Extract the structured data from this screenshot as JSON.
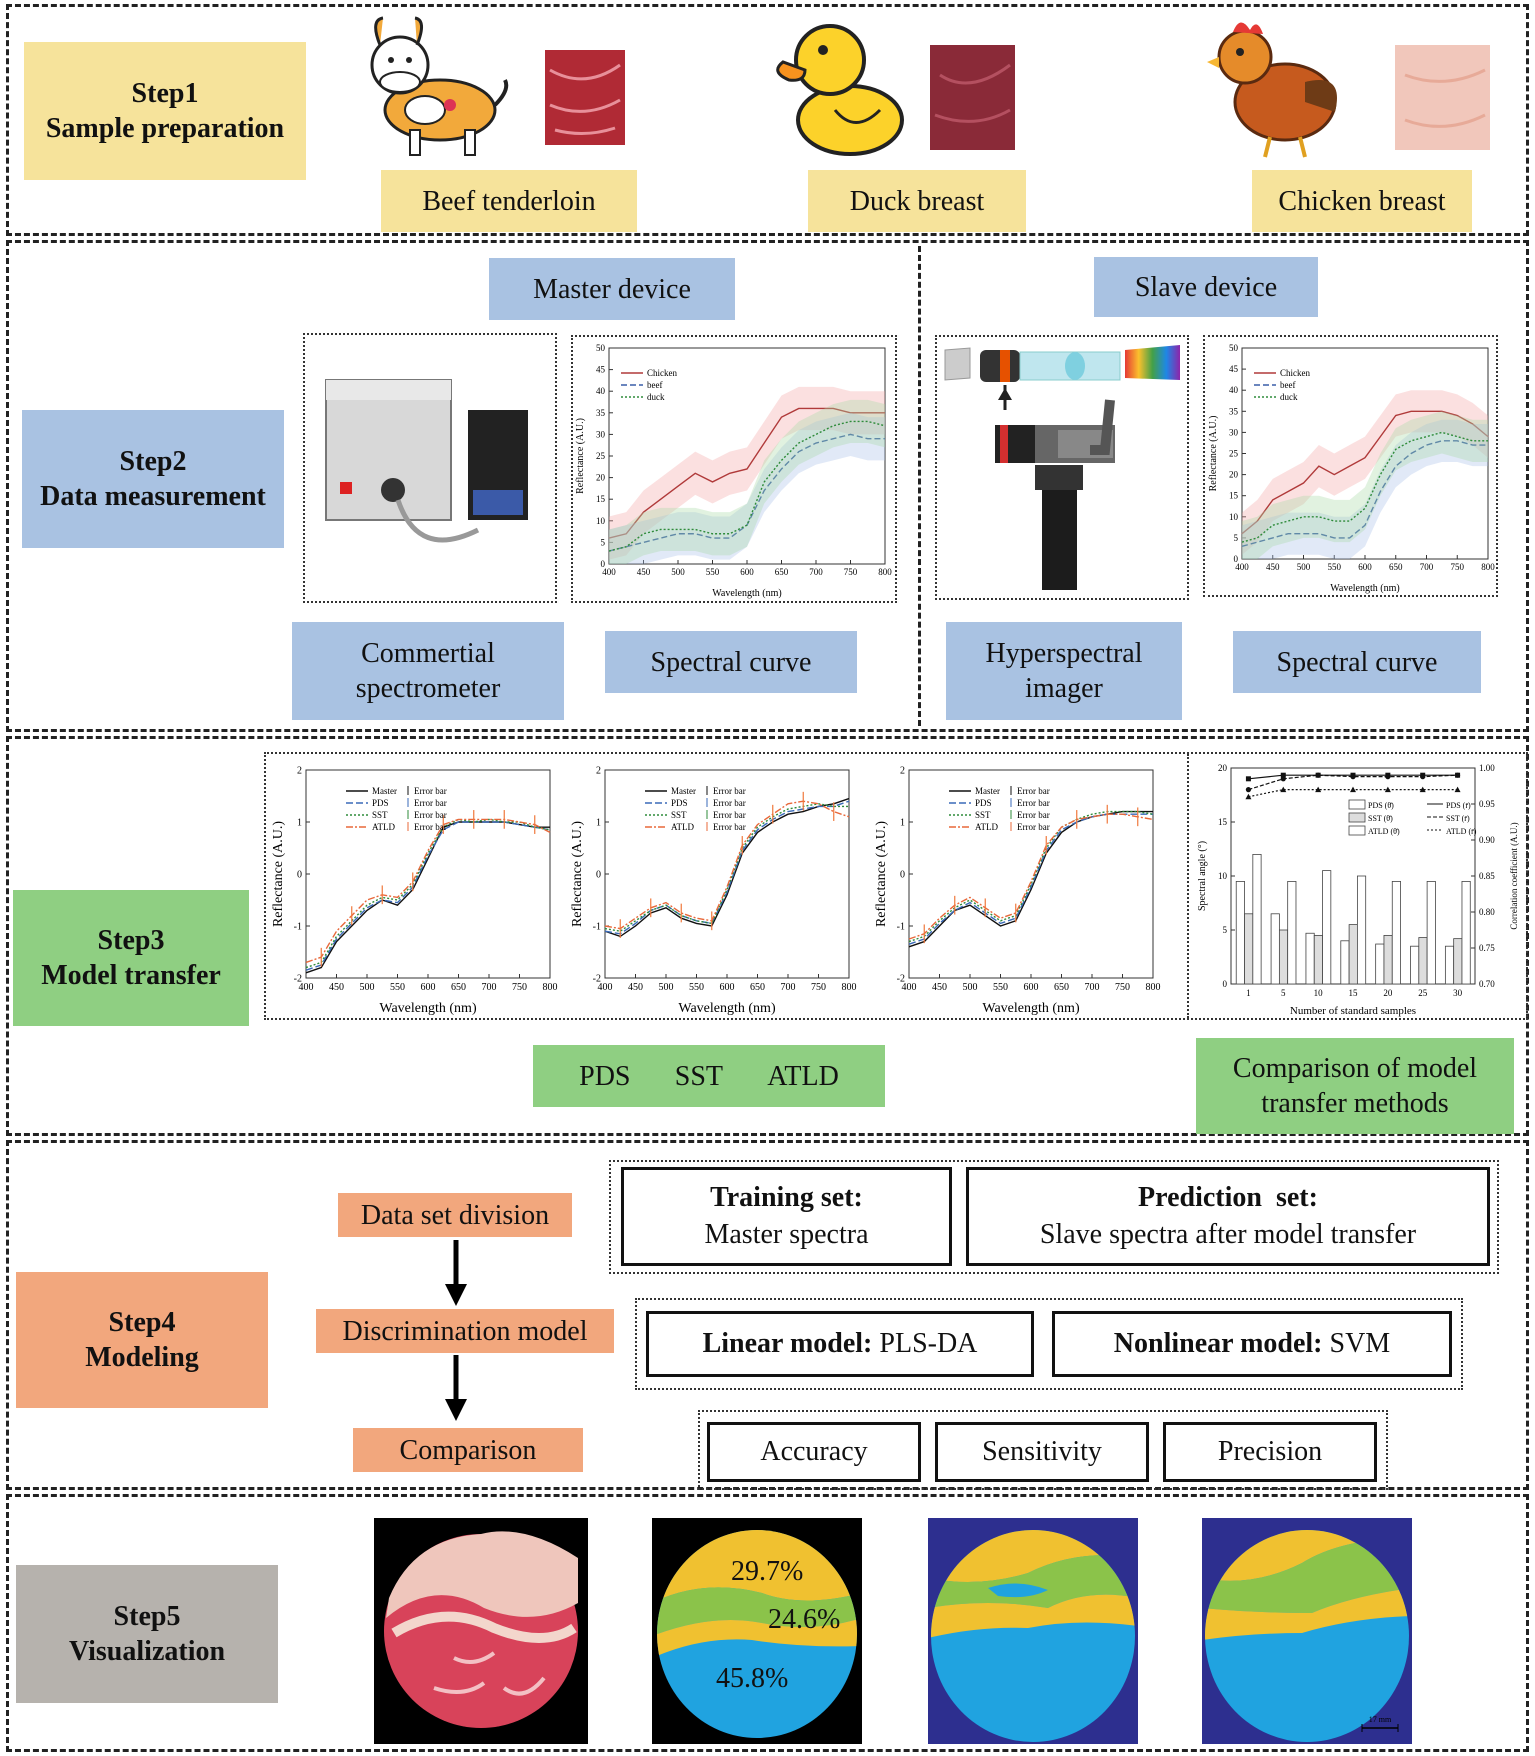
{
  "step1": {
    "title": "Step1",
    "subtitle": "Sample preparation",
    "samples": [
      "Beef tenderloin",
      "Duck breast",
      "Chicken breast"
    ]
  },
  "step2": {
    "title": "Step2",
    "subtitle": "Data measurement",
    "master_label": "Master device",
    "slave_label": "Slave device",
    "commercial_line1": "Commertial",
    "commercial_line2": "spectrometer",
    "spectral_curve_left": "Spectral curve",
    "hyper_line1": "Hyperspectral",
    "hyper_line2": "imager",
    "spectral_curve_right": "Spectral curve"
  },
  "step3": {
    "title": "Step3",
    "subtitle": "Model transfer",
    "methods": [
      "PDS",
      "SST",
      "ATLD"
    ],
    "comparison_line1": "Comparison of model",
    "comparison_line2": "transfer methods"
  },
  "step4": {
    "title": "Step4",
    "subtitle": "Modeling",
    "flow": [
      "Data set division",
      "Discrimination model",
      "Comparison"
    ],
    "training_title": "Training set:",
    "training_value": "Master spectra",
    "prediction_title": "Prediction  set:",
    "prediction_value": "Slave spectra after model transfer",
    "linear_title": "Linear model:",
    "linear_value": " PLS-DA",
    "nonlinear_title": "Nonlinear model:",
    "nonlinear_value": " SVM",
    "metrics": [
      "Accuracy",
      "Sensitivity",
      "Precision"
    ]
  },
  "step5": {
    "title": "Step5",
    "subtitle": "Visualization",
    "percentages": [
      "29.7%",
      "24.6%",
      "45.8%"
    ],
    "scale_label": "17 mm"
  },
  "colors": {
    "yellow": "#f6e39b",
    "blue": "#a9c2e2",
    "green": "#8fcf82",
    "orange": "#f2a77d",
    "gray": "#b6b2ad",
    "map_yellow": "#f0c130",
    "map_green": "#8bc34a",
    "map_blue": "#20a3e0",
    "map_navy": "#2d2f8f"
  },
  "chart_data": [
    {
      "type": "line",
      "xlabel": "Wavelength (nm)",
      "ylabel": "Reflectance (A.U.)",
      "xlim": [
        400,
        800
      ],
      "ylim": [
        0,
        50
      ],
      "x_ticks": [
        400,
        450,
        500,
        550,
        600,
        650,
        700,
        750,
        800
      ],
      "y_ticks": [
        0,
        5,
        10,
        15,
        20,
        25,
        30,
        35,
        40,
        45,
        50
      ],
      "x": [
        400,
        425,
        450,
        475,
        500,
        525,
        550,
        575,
        600,
        625,
        650,
        675,
        700,
        725,
        750,
        775,
        800
      ],
      "series": [
        {
          "name": "Chicken",
          "values": [
            6,
            7,
            12,
            15,
            18,
            21,
            19,
            21,
            22,
            28,
            34,
            36,
            36,
            36,
            35,
            35,
            35
          ]
        },
        {
          "name": "beef",
          "values": [
            3,
            4,
            5,
            6,
            7,
            7,
            6,
            6,
            9,
            17,
            22,
            26,
            28,
            29,
            30,
            29,
            29
          ]
        },
        {
          "name": "duck",
          "values": [
            3,
            4,
            7,
            8,
            8,
            8,
            7,
            7,
            9,
            19,
            24,
            28,
            30,
            32,
            33,
            33,
            32
          ]
        }
      ]
    },
    {
      "type": "line",
      "xlabel": "Wavelength (nm)",
      "ylabel": "Reflectance (A.U.)",
      "xlim": [
        400,
        800
      ],
      "ylim": [
        0,
        50
      ],
      "x_ticks": [
        400,
        450,
        500,
        550,
        600,
        650,
        700,
        750,
        800
      ],
      "y_ticks": [
        0,
        5,
        10,
        15,
        20,
        25,
        30,
        35,
        40,
        45,
        50
      ],
      "x": [
        400,
        425,
        450,
        475,
        500,
        525,
        550,
        575,
        600,
        625,
        650,
        675,
        700,
        725,
        750,
        775,
        800
      ],
      "series": [
        {
          "name": "Chicken",
          "values": [
            6,
            9,
            14,
            16,
            18,
            22,
            20,
            22,
            24,
            29,
            34,
            35,
            35,
            35,
            34,
            32,
            29
          ]
        },
        {
          "name": "beef",
          "values": [
            3,
            4,
            5,
            6,
            6,
            6,
            5,
            5,
            8,
            16,
            22,
            25,
            27,
            28,
            28,
            27,
            27
          ]
        },
        {
          "name": "duck",
          "values": [
            4,
            5,
            8,
            9,
            10,
            10,
            9,
            9,
            12,
            20,
            26,
            28,
            29,
            30,
            29,
            28,
            28
          ]
        }
      ]
    },
    {
      "type": "line",
      "xlabel": "Wavelength (nm)",
      "ylabel": "Reflectance (A.U.)",
      "xlim": [
        400,
        800
      ],
      "ylim": [
        -2,
        2
      ],
      "x_ticks": [
        400,
        450,
        500,
        550,
        600,
        650,
        700,
        750,
        800
      ],
      "y_ticks": [
        -2,
        -1,
        0,
        1,
        2
      ],
      "x": [
        400,
        425,
        450,
        475,
        500,
        525,
        550,
        575,
        600,
        625,
        650,
        675,
        700,
        725,
        750,
        775,
        800
      ],
      "legend": [
        "Master",
        "PDS",
        "SST",
        "ATLD",
        "Error bar"
      ],
      "series": [
        {
          "name": "Master",
          "values": [
            -1.9,
            -1.8,
            -1.3,
            -1.0,
            -0.7,
            -0.5,
            -0.6,
            -0.3,
            0.3,
            0.9,
            1.0,
            1.0,
            1.0,
            1.0,
            0.95,
            0.9,
            0.9
          ]
        },
        {
          "name": "PDS",
          "values": [
            -1.85,
            -1.75,
            -1.25,
            -0.95,
            -0.65,
            -0.5,
            -0.55,
            -0.25,
            0.35,
            0.85,
            1.0,
            1.0,
            1.0,
            1.0,
            0.95,
            0.9,
            0.85
          ]
        },
        {
          "name": "SST",
          "values": [
            -1.8,
            -1.7,
            -1.2,
            -0.9,
            -0.6,
            -0.45,
            -0.5,
            -0.2,
            0.4,
            0.9,
            1.05,
            1.0,
            1.05,
            1.0,
            1.0,
            0.9,
            0.85
          ]
        },
        {
          "name": "ATLD",
          "values": [
            -1.7,
            -1.6,
            -1.1,
            -0.8,
            -0.5,
            -0.4,
            -0.45,
            -0.15,
            0.45,
            0.95,
            1.05,
            1.05,
            1.05,
            1.05,
            1.0,
            0.95,
            0.8
          ]
        }
      ]
    },
    {
      "type": "line",
      "xlabel": "Wavelength (nm)",
      "ylabel": "Reflectance (A.U.)",
      "xlim": [
        400,
        800
      ],
      "ylim": [
        -2,
        2
      ],
      "x_ticks": [
        400,
        450,
        500,
        550,
        600,
        650,
        700,
        750,
        800
      ],
      "y_ticks": [
        -2,
        -1,
        0,
        1,
        2
      ],
      "x": [
        400,
        425,
        450,
        475,
        500,
        525,
        550,
        575,
        600,
        625,
        650,
        675,
        700,
        725,
        750,
        775,
        800
      ],
      "legend": [
        "Master",
        "PDS",
        "SST",
        "ATLD",
        "Error bar"
      ],
      "series": [
        {
          "name": "Master",
          "values": [
            -1.1,
            -1.2,
            -1.0,
            -0.75,
            -0.65,
            -0.85,
            -0.95,
            -1.0,
            -0.4,
            0.4,
            0.8,
            1.0,
            1.15,
            1.2,
            1.3,
            1.35,
            1.45
          ]
        },
        {
          "name": "PDS",
          "values": [
            -1.1,
            -1.15,
            -0.95,
            -0.7,
            -0.6,
            -0.8,
            -0.9,
            -0.95,
            -0.35,
            0.45,
            0.85,
            1.05,
            1.2,
            1.25,
            1.3,
            1.3,
            1.4
          ]
        },
        {
          "name": "SST",
          "values": [
            -1.05,
            -1.1,
            -0.9,
            -0.7,
            -0.6,
            -0.8,
            -0.9,
            -0.95,
            -0.3,
            0.5,
            0.9,
            1.1,
            1.25,
            1.3,
            1.35,
            1.3,
            1.3
          ]
        },
        {
          "name": "ATLD",
          "values": [
            -1.0,
            -1.05,
            -0.85,
            -0.65,
            -0.55,
            -0.75,
            -0.85,
            -0.9,
            -0.25,
            0.55,
            0.95,
            1.15,
            1.35,
            1.4,
            1.35,
            1.2,
            1.1
          ]
        }
      ]
    },
    {
      "type": "line",
      "xlabel": "Wavelength (nm)",
      "ylabel": "Reflectance (A.U.)",
      "xlim": [
        400,
        800
      ],
      "ylim": [
        -2,
        2
      ],
      "x_ticks": [
        400,
        450,
        500,
        550,
        600,
        650,
        700,
        750,
        800
      ],
      "y_ticks": [
        -2,
        -1,
        0,
        1,
        2
      ],
      "x": [
        400,
        425,
        450,
        475,
        500,
        525,
        550,
        575,
        600,
        625,
        650,
        675,
        700,
        725,
        750,
        775,
        800
      ],
      "legend": [
        "Master",
        "PDS",
        "SST",
        "ATLD",
        "Error bar"
      ],
      "series": [
        {
          "name": "Master",
          "values": [
            -1.4,
            -1.3,
            -1.0,
            -0.7,
            -0.6,
            -0.8,
            -1.0,
            -0.9,
            -0.3,
            0.4,
            0.8,
            1.0,
            1.1,
            1.15,
            1.2,
            1.2,
            1.2
          ]
        },
        {
          "name": "PDS",
          "values": [
            -1.35,
            -1.25,
            -0.95,
            -0.7,
            -0.55,
            -0.75,
            -0.95,
            -0.85,
            -0.25,
            0.45,
            0.85,
            1.0,
            1.1,
            1.15,
            1.15,
            1.15,
            1.15
          ]
        },
        {
          "name": "SST",
          "values": [
            -1.3,
            -1.2,
            -0.9,
            -0.65,
            -0.5,
            -0.7,
            -0.9,
            -0.8,
            -0.2,
            0.5,
            0.9,
            1.05,
            1.15,
            1.2,
            1.2,
            1.2,
            1.15
          ]
        },
        {
          "name": "ATLD",
          "values": [
            -1.25,
            -1.15,
            -0.85,
            -0.6,
            -0.45,
            -0.65,
            -0.85,
            -0.75,
            -0.15,
            0.55,
            0.9,
            1.05,
            1.1,
            1.15,
            1.15,
            1.1,
            1.05
          ]
        }
      ]
    },
    {
      "type": "bar",
      "xlabel": "Number of standard samples",
      "ylabel": "Spectral angle (°)",
      "y2label": "Correlation coefficient (A.U.)",
      "categories": [
        1,
        5,
        10,
        15,
        20,
        25,
        30
      ],
      "ylim": [
        0,
        20
      ],
      "y2lim": [
        0.7,
        1.0
      ],
      "y_ticks": [
        0,
        5,
        10,
        15,
        20
      ],
      "y2_ticks": [
        0.7,
        0.75,
        0.8,
        0.85,
        0.9,
        0.95,
        1.0
      ],
      "legend": [
        "PDS (θ̄)",
        "SST (θ̄)",
        "ATLD (θ̄)",
        "PDS (r̄)",
        "SST (r̄)",
        "ATLD (r̄)"
      ],
      "series": [
        {
          "name": "PDS (θ̄)",
          "values": [
            9.5,
            6.5,
            4.7,
            4.0,
            3.7,
            3.5,
            3.5
          ]
        },
        {
          "name": "SST (θ̄)",
          "values": [
            6.5,
            5.0,
            4.5,
            5.5,
            4.5,
            4.3,
            4.2
          ]
        },
        {
          "name": "ATLD (θ̄)",
          "values": [
            12.0,
            9.5,
            10.5,
            10.0,
            9.5,
            9.5,
            9.5
          ]
        },
        {
          "name": "PDS (r̄)",
          "values": [
            0.985,
            0.99,
            0.99,
            0.99,
            0.99,
            0.99,
            0.99
          ]
        },
        {
          "name": "SST (r̄)",
          "values": [
            0.97,
            0.985,
            0.99,
            0.988,
            0.988,
            0.988,
            0.99
          ]
        },
        {
          "name": "ATLD (r̄)",
          "values": [
            0.96,
            0.97,
            0.97,
            0.97,
            0.97,
            0.97,
            0.97
          ]
        }
      ]
    }
  ]
}
